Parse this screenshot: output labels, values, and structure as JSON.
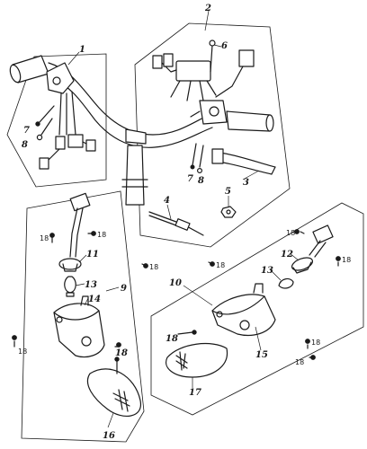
{
  "diagram": {
    "callouts": {
      "c1": "1",
      "c2": "2",
      "c3": "3",
      "c4": "4",
      "c5": "5",
      "c6": "6",
      "c7a": "7",
      "c7b": "7",
      "c8a": "8",
      "c8b": "8",
      "c9": "9",
      "c10": "10",
      "c11": "11",
      "c12": "12",
      "c13a": "13",
      "c13b": "13",
      "c14": "14",
      "c15": "15",
      "c16": "16",
      "c17": "17",
      "c18a": "18",
      "c18b": "18",
      "c18c": "18",
      "c18d": "18",
      "c18e": "18",
      "c18f": "18",
      "c18g": "18",
      "c18h": "18",
      "c18i": "18",
      "c18j": "18",
      "c18k": "18"
    }
  }
}
